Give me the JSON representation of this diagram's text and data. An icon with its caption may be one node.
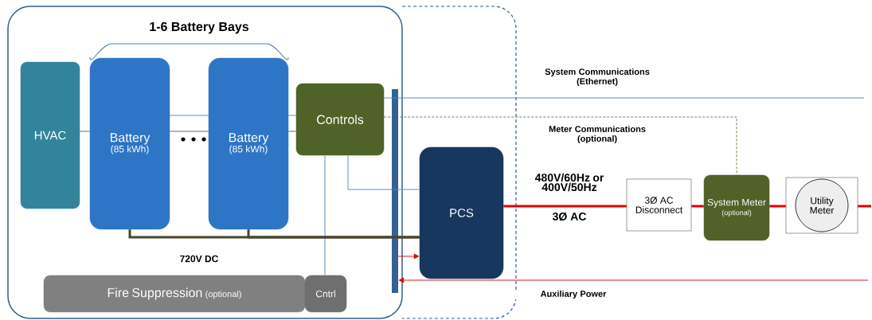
{
  "diagram": {
    "nodes": [
      {
        "text": [],
        "shape": "box"
      },
      {
        "text": [],
        "shape": "box"
      },
      {
        "text": [
          "HVAC"
        ],
        "in": 0
      },
      {
        "text": [
          "Battery",
          "(85 kWh)"
        ],
        "in": 0
      },
      {
        "text": [
          "Battery",
          "(85 kWh)"
        ],
        "in": 0
      },
      {
        "text": [
          "Controls"
        ],
        "in": 0
      },
      {
        "text": [
          "Fire Suppression",
          "(optional)"
        ],
        "in": 0
      },
      {
        "text": [
          "Cntrl"
        ],
        "in": 0
      },
      {
        "text": [],
        "shape": "bar",
        "in": 0
      },
      {
        "text": [
          "PCS"
        ],
        "in": 1
      },
      {
        "text": [
          "3Ø AC Disconnect"
        ]
      },
      {
        "text": [
          "System Meter",
          "(optional)"
        ]
      },
      {
        "text": [
          "Utility Meter"
        ]
      }
    ],
    "edges": [
      {
        "from": 2,
        "to": 3,
        "arrow": "none",
        "color": "#595959"
      },
      {
        "from": 3,
        "to": 4,
        "arrow": "none",
        "color": "#4f81bd"
      },
      {
        "from": 3,
        "to": 4,
        "arrow": "none",
        "color": "#595959"
      },
      {
        "from": 4,
        "to": 5,
        "arrow": "none",
        "color": "#4f81bd"
      },
      {
        "from": 4,
        "to": 5,
        "arrow": "none",
        "color": "#595959"
      },
      {
        "from": 5,
        "to": null,
        "arrow": "none",
        "color": "#4f81bd",
        "label": "System Communications (Ethernet)"
      },
      {
        "from": 5,
        "to": 11,
        "arrow": "none",
        "style": "dashed",
        "color": "#4f6228",
        "label": "Meter Communications (optional)"
      },
      {
        "from": 5,
        "to": 9,
        "arrow": "none",
        "color": "#4f81bd"
      },
      {
        "from": 5,
        "to": 7,
        "arrow": "none",
        "color": "#4f81bd"
      },
      {
        "from": 3,
        "to": 9,
        "arrow": "none",
        "style": "thick",
        "color": "#4a452a"
      },
      {
        "from": 4,
        "to": 9,
        "arrow": "none",
        "style": "thick",
        "color": "#4a452a"
      },
      {
        "from": 8,
        "to": 9,
        "arrow": "to",
        "color": "#e00000"
      },
      {
        "from": null,
        "to": 8,
        "arrow": "to",
        "color": "#e00000",
        "label": "Auxiliary Power"
      },
      {
        "from": 9,
        "to": 10,
        "arrow": "none",
        "style": "thick",
        "color": "#e00000",
        "label": "480V/60Hz or 400V/50Hz"
      },
      {
        "from": 10,
        "to": 11,
        "arrow": "none",
        "style": "thick",
        "color": "#e00000"
      },
      {
        "from": 11,
        "to": 12,
        "arrow": "none",
        "style": "thick",
        "color": "#e00000"
      },
      {
        "from": 12,
        "to": null,
        "arrow": "none",
        "style": "thick",
        "color": "#e00000"
      }
    ],
    "labels": [
      "1-6 Battery Bays",
      "720V DC",
      "3Ø AC"
    ]
  }
}
